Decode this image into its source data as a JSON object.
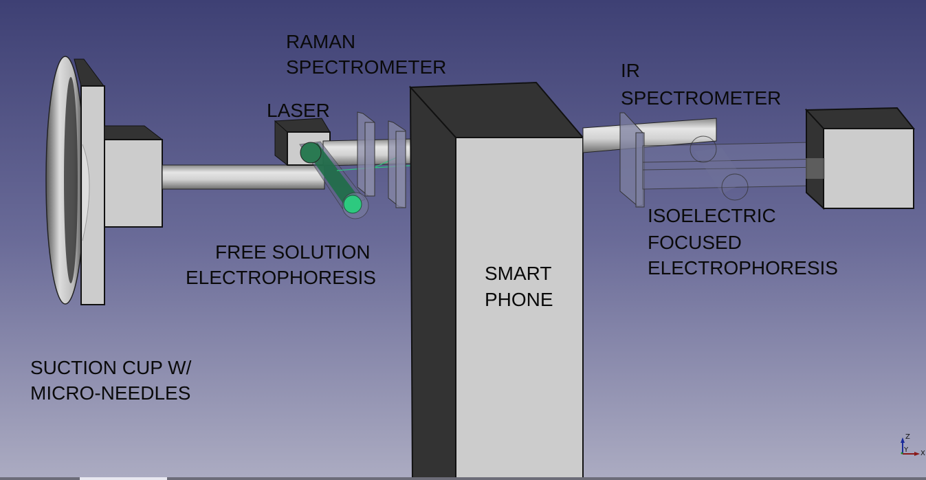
{
  "labels": {
    "raman_line1": "RAMAN",
    "raman_line2": "SPECTROMETER",
    "laser": "LASER",
    "ir_line1": "IR",
    "ir_line2": "SPECTROMETER",
    "free_line1": "FREE SOLUTION",
    "free_line2": "ELECTROPHORESIS",
    "phone_line1": "SMART",
    "phone_line2": "PHONE",
    "iso_line1": "ISOELECTRIC",
    "iso_line2": "FOCUSED",
    "iso_line3": "ELECTROPHORESIS",
    "suction_line1": "SUCTION CUP W/",
    "suction_line2": "MICRO-NEEDLES"
  },
  "axes": {
    "x": "X",
    "y": "Y",
    "z": "Z"
  },
  "colors": {
    "bg_top": "#3e4074",
    "bg_bottom": "#acacc2",
    "face_light": "#cccccc",
    "face_dark": "#333333",
    "laser_green": "#2dc97f"
  }
}
